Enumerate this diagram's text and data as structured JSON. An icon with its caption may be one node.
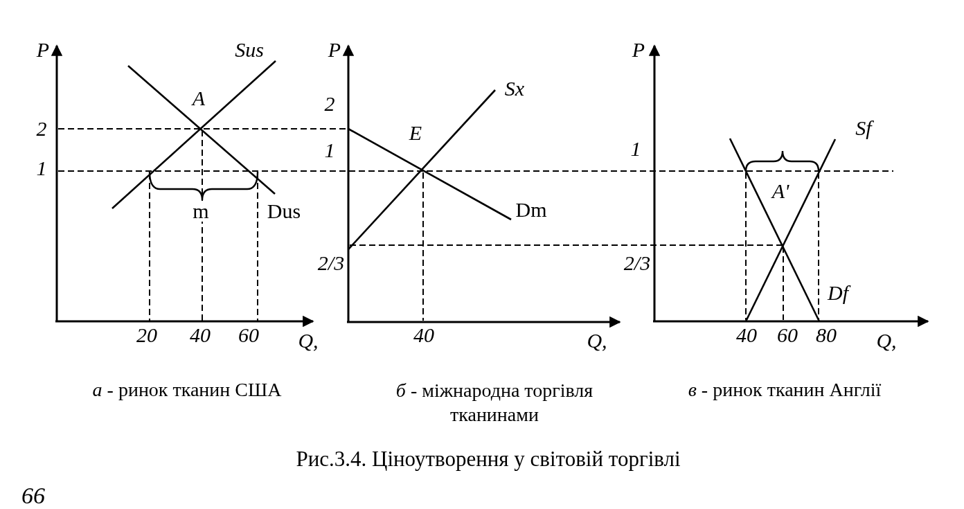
{
  "diagram": {
    "caption": "Рис.3.4. Ціноутворення у світовій торгівлі",
    "labels": [
      "P",
      "Sus",
      "A",
      "2",
      "1",
      "m",
      "Dus",
      "20",
      "40",
      "60",
      "Q,",
      "P",
      "Sx",
      "2",
      "E",
      "1",
      "Dm",
      "2/3",
      "40",
      "Q,",
      "P",
      "Sf",
      "1",
      "A'",
      "2/3",
      "Df",
      "40",
      "60",
      "80",
      "Q,",
      "*а* - ринок тканин США",
      "*б* - міжнародна торгівля тканинами",
      "*в* - ринок тканин Англії",
      "66"
    ]
  }
}
